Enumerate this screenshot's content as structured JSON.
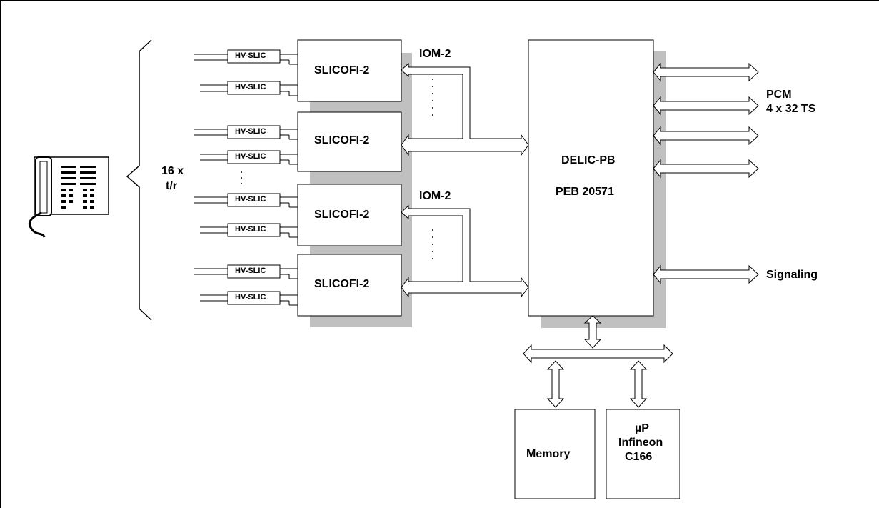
{
  "hv_slic": "HV-SLIC",
  "slicofi": "SLICOFI-2",
  "iom": "IOM-2",
  "delic": {
    "line1": "DELIC-PB",
    "line2": "PEB 20571"
  },
  "lines": {
    "line1": "16 x",
    "line2": "t/r"
  },
  "pcm": {
    "line1": "PCM",
    "line2": "4 x 32 TS"
  },
  "signaling": "Signaling",
  "memory": "Memory",
  "micro": {
    "line1": "µP",
    "line2": "Infineon",
    "line3": "C166"
  },
  "colors": {
    "shadow": "#c0c0c0",
    "line": "#000000",
    "phone_body": "#ffffff"
  },
  "icons": [
    "telephone-icon"
  ]
}
